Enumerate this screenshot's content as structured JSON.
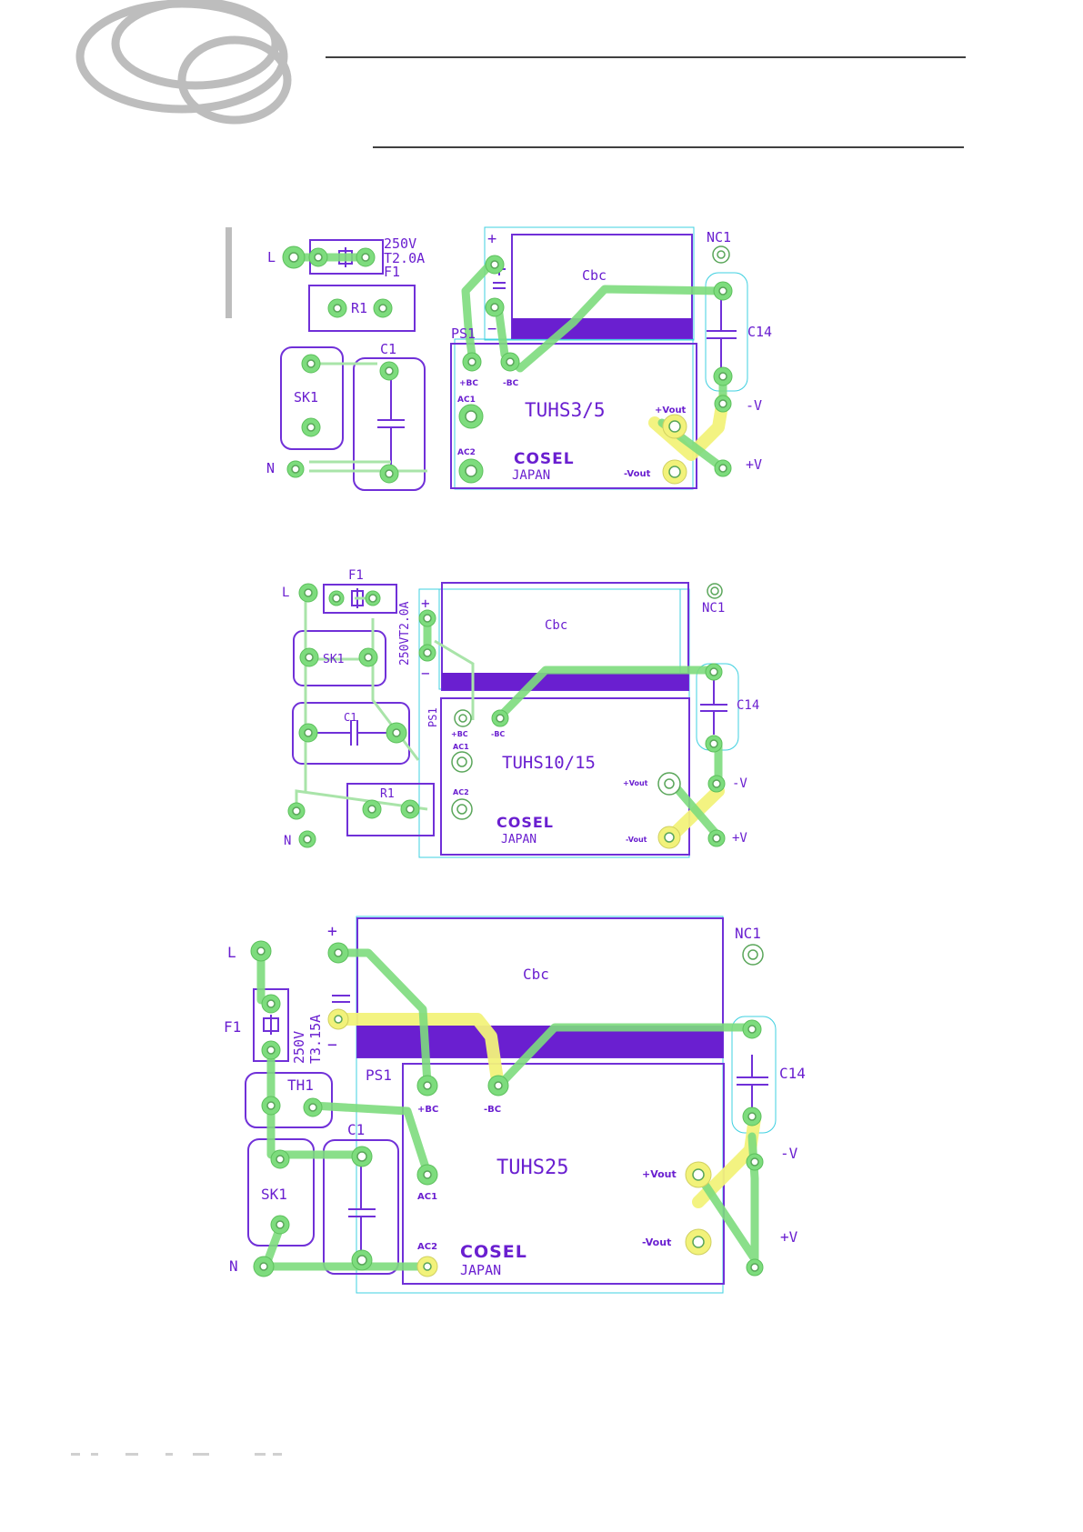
{
  "diagrams": [
    {
      "id": "tuhs3-5",
      "module": "TUHS3/5",
      "brand": "COSEL",
      "brand_sub": "JAPAN",
      "labels": {
        "L": "L",
        "N": "N",
        "fuse_rating_1": "250V",
        "fuse_rating_2": "T2.0A",
        "fuse": "F1",
        "resistor": "R1",
        "surge": "SK1",
        "cap_in": "C1",
        "cap_bulk": "Cbc",
        "cap_out": "C14",
        "nc": "NC1",
        "ps": "PS1",
        "plus_bc": "+BC",
        "minus_bc": "-BC",
        "ac1": "AC1",
        "ac2": "AC2",
        "plus_vout": "+Vout",
        "minus_vout": "-Vout",
        "minus_v": "-V",
        "plus_v": "+V",
        "plus": "+",
        "minus": "−"
      }
    },
    {
      "id": "tuhs10-15",
      "module": "TUHS10/15",
      "brand": "COSEL",
      "brand_sub": "JAPAN",
      "labels": {
        "L": "L",
        "N": "N",
        "fuse": "F1",
        "fuse_rating": "250VT2.0A",
        "resistor": "R1",
        "surge": "SK1",
        "cap_in": "C1",
        "cap_bulk": "Cbc",
        "cap_out": "C14",
        "nc": "NC1",
        "ps": "PS1",
        "plus_bc": "+BC",
        "minus_bc": "-BC",
        "ac1": "AC1",
        "ac2": "AC2",
        "plus_vout": "+Vout",
        "minus_vout": "-Vout",
        "minus_v": "-V",
        "plus_v": "+V",
        "plus": "+",
        "minus": "−"
      }
    },
    {
      "id": "tuhs25",
      "module": "TUHS25",
      "brand": "COSEL",
      "brand_sub": "JAPAN",
      "labels": {
        "L": "L",
        "N": "N",
        "fuse": "F1",
        "fuse_rating_1": "250V",
        "fuse_rating_2": "T3.15A",
        "thermistor": "TH1",
        "surge": "SK1",
        "cap_in": "C1",
        "cap_bulk": "Cbc",
        "cap_out": "C14",
        "nc": "NC1",
        "ps": "PS1",
        "plus_bc": "+BC",
        "minus_bc": "-BC",
        "ac1": "AC1",
        "ac2": "AC2",
        "plus_vout": "+Vout",
        "minus_vout": "-Vout",
        "minus_v": "-V",
        "plus_v": "+V",
        "plus": "+",
        "minus": "−"
      }
    }
  ],
  "colors": {
    "outline": "#7030d8",
    "trace_green": "#7ddc7d",
    "trace_yellow": "#f2f27a",
    "keepout": "#3fd0e0",
    "logo_gray": "#bdbdbd"
  }
}
